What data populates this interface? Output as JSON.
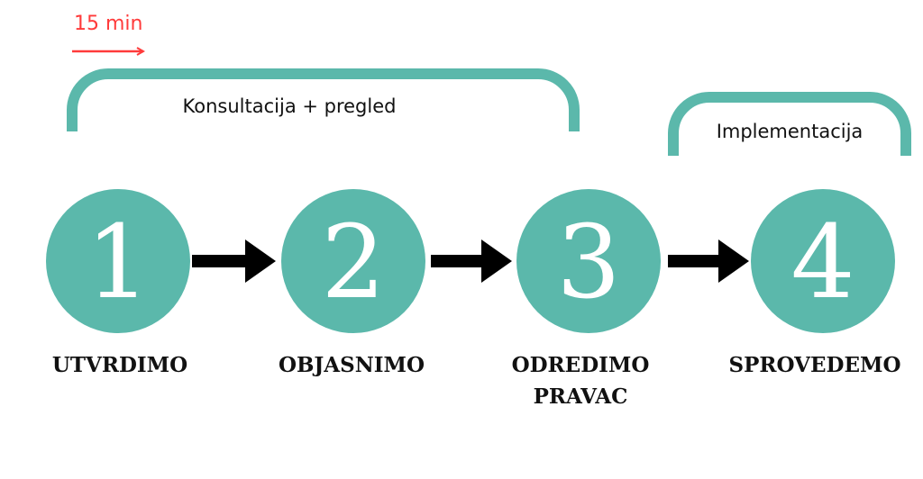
{
  "colors": {
    "teal": "#5bb8ab",
    "red": "#ff3b3b",
    "arrow": "#000000"
  },
  "timing": {
    "label": "15 min"
  },
  "phases": [
    {
      "label": "Konsultacija + pregled"
    },
    {
      "label": "Implementacija"
    }
  ],
  "steps": [
    {
      "number": "1",
      "label": "UTVRDIMO"
    },
    {
      "number": "2",
      "label": "OBJASNIMO"
    },
    {
      "number": "3",
      "label_line1": "ODREDIMO",
      "label_line2": "PRAVAC"
    },
    {
      "number": "4",
      "label": "SPROVEDEMO"
    }
  ]
}
